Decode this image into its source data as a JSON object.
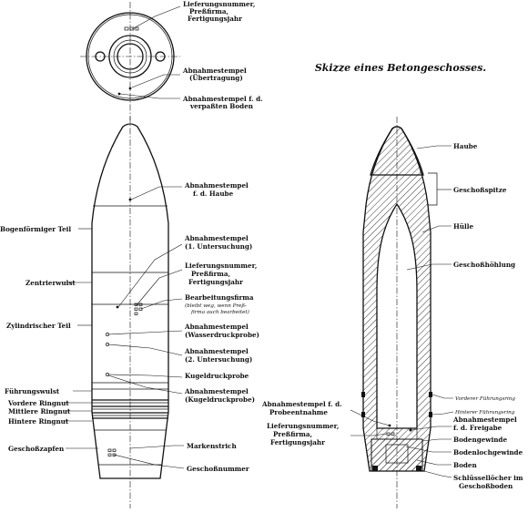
{
  "title": "Skizze eines Betongeschosses.",
  "top_view": {
    "labels": {
      "lieferung": [
        "Lieferungsnummer,",
        "Preßfirma,",
        "Fertigungsjahr"
      ],
      "abnahme_uebertragung": [
        "Abnahmestempel",
        "(Übertragung)"
      ],
      "abnahme_boden": [
        "Abnahmestempel f. d.",
        "verpaßten Boden"
      ]
    }
  },
  "side_view": {
    "left_labels": {
      "bogen": "Bogenförmiger Teil",
      "zentrier": "Zentrierwulst",
      "zylinder": "Zylindrischer Teil",
      "fuehrungswulst": "Führungswulst",
      "vordere": "Vordere Ringnut",
      "mittlere": "Mittlere Ringnut",
      "hintere": "Hintere Ringnut",
      "zapfen": "Geschoßzapfen"
    },
    "right_labels": {
      "haube": [
        "Abnahmestempel",
        "f. d. Haube"
      ],
      "unters1": [
        "Abnahmestempel",
        "(1. Untersuchung)"
      ],
      "lieferung": [
        "Lieferungsnummer,",
        "Preßfirma,",
        "Fertigungsjahr"
      ],
      "bearbeitung": "Bearbeitungsfirma",
      "bearbeitung_note": [
        "(bleibt weg, wenn Preß-",
        "firma auch bearbeitet)"
      ],
      "wasser": [
        "Abnahmestempel",
        "(Wasserdruckprobe)"
      ],
      "unters2": [
        "Abnahmestempel",
        "(2. Untersuchung)"
      ],
      "kugel": "Kugeldruckprobe",
      "kugel_stempel": [
        "Abnahmestempel",
        "(Kugeldruckprobe)"
      ],
      "markenstrich": "Markenstrich",
      "geschossnummer": "Geschoßnummer"
    }
  },
  "section_view": {
    "right_labels": {
      "haube": "Haube",
      "spitze": "Geschoßspitze",
      "huelle": "Hülle",
      "hoehlung": "Geschoßhöhlung",
      "vordere_fr": "Vorderer Führungsring",
      "hintere_fr": "Hinterer Führungsring",
      "freigabe": [
        "Abnahmestempel",
        "f. d. Freigabe"
      ],
      "bodengewinde": "Bodengewinde",
      "bodenloch": "Bodenlochgewinde",
      "boden": "Boden",
      "schluessel": [
        "Schlüssellöcher im",
        "Geschoßboden"
      ]
    },
    "left_labels": {
      "probe": [
        "Abnahmestempel f. d.",
        "Probeentnahme"
      ],
      "lieferung": [
        "Lieferungsnummer,",
        "Preßfirma,",
        "Fertigungsjahr"
      ]
    }
  }
}
